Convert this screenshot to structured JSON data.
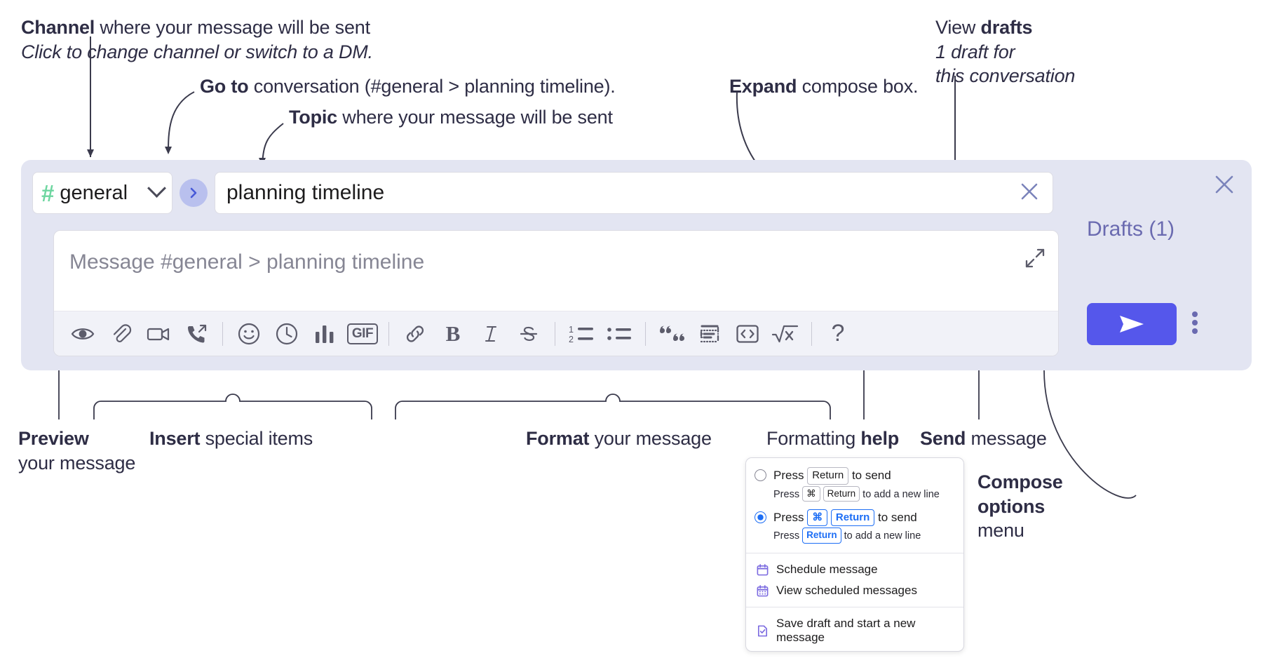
{
  "annotations": {
    "channel": {
      "bold": "Channel",
      "rest": " where your message will be sent",
      "italic": "Click to change channel or switch to a DM."
    },
    "goto": {
      "bold": "Go to",
      "rest": " conversation (#general > planning timeline)."
    },
    "topic": {
      "bold": "Topic",
      "rest": " where your message will be sent"
    },
    "expand": {
      "bold": "Expand",
      "rest": " compose box."
    },
    "drafts": {
      "line1_plain": "View ",
      "line1_bold": "drafts",
      "line2": "1 draft for",
      "line3": "this conversation"
    },
    "preview": {
      "bold": "Preview",
      "rest": "your message"
    },
    "insert": {
      "bold": "Insert",
      "rest": " special items"
    },
    "format": {
      "bold": "Format",
      "rest": " your message"
    },
    "help": {
      "plain": "Formatting ",
      "bold": "help"
    },
    "send": {
      "bold": "Send",
      "rest": " message"
    },
    "compose_options": {
      "line1": "Compose",
      "line2": "options",
      "line3": "menu"
    }
  },
  "compose": {
    "channel": {
      "hash": "#",
      "name": "general",
      "icon": "hash-icon",
      "chevron": "chevron-down-icon"
    },
    "goto_button_icon": "chevron-right-icon",
    "topic": {
      "value": "planning timeline",
      "clear_icon": "close-icon"
    },
    "message": {
      "placeholder": "Message #general > planning timeline",
      "value": "",
      "expand_icon": "expand-icon"
    },
    "toolbar": [
      {
        "name": "preview-button",
        "icon": "eye-icon"
      },
      {
        "name": "attach-button",
        "icon": "paperclip-icon"
      },
      {
        "name": "video-clip-button",
        "icon": "video-camera-icon"
      },
      {
        "name": "audio-clip-button",
        "icon": "phone-arrow-icon"
      },
      {
        "name": "divider-1",
        "icon": "divider"
      },
      {
        "name": "emoji-button",
        "icon": "smiley-icon"
      },
      {
        "name": "recent-button",
        "icon": "clock-icon"
      },
      {
        "name": "poll-button",
        "icon": "bar-chart-icon"
      },
      {
        "name": "gif-button",
        "icon": "gif-icon",
        "label": "GIF"
      },
      {
        "name": "divider-2",
        "icon": "divider"
      },
      {
        "name": "link-button",
        "icon": "link-icon"
      },
      {
        "name": "bold-button",
        "icon": "bold-icon",
        "label": "B"
      },
      {
        "name": "italic-button",
        "icon": "italic-icon",
        "label": "I"
      },
      {
        "name": "strikethrough-button",
        "icon": "strikethrough-icon",
        "label": "S"
      },
      {
        "name": "divider-3",
        "icon": "divider"
      },
      {
        "name": "ordered-list-button",
        "icon": "ordered-list-icon"
      },
      {
        "name": "bulleted-list-button",
        "icon": "bulleted-list-icon"
      },
      {
        "name": "divider-4",
        "icon": "divider"
      },
      {
        "name": "blockquote-button",
        "icon": "quote-icon"
      },
      {
        "name": "code-block-button",
        "icon": "code-block-icon"
      },
      {
        "name": "inline-code-button",
        "icon": "code-brackets-icon"
      },
      {
        "name": "latex-button",
        "icon": "sqrt-x-icon"
      },
      {
        "name": "divider-5",
        "icon": "divider"
      },
      {
        "name": "formatting-help-button",
        "icon": "question-mark-icon",
        "label": "?"
      }
    ],
    "rail": {
      "close_icon": "close-icon",
      "drafts_label": "Drafts (1)",
      "send_icon": "paper-plane-icon",
      "kebab_icon": "more-options-icon"
    },
    "colors": {
      "panel_bg": "#e3e5f2",
      "send_button": "#5557eb",
      "drafts_text": "#6a6ab0",
      "hash_green": "#6ed6a0",
      "goto_circle": "#b9c0ee"
    }
  },
  "menu": {
    "options": [
      {
        "selected": false,
        "title_pre": "Press ",
        "title_key": "Return",
        "title_post": " to send",
        "sub_pre": "Press ",
        "sub_key1": "⌘",
        "sub_key2": "Return",
        "sub_post": " to add a new line",
        "title_key_highlight": false,
        "sub_key_highlight": false
      },
      {
        "selected": true,
        "title_pre": "Press ",
        "title_key1": "⌘",
        "title_key2": "Return",
        "title_post": " to send",
        "sub_pre": "Press ",
        "sub_key": "Return",
        "sub_post": " to add a new line",
        "title_key_highlight": true,
        "sub_key_highlight": true
      }
    ],
    "items": [
      {
        "label": "Schedule message",
        "icon": "calendar-icon"
      },
      {
        "label": "View scheduled messages",
        "icon": "calendar-grid-icon"
      },
      {
        "label": "Save draft and start a new message",
        "icon": "document-check-icon"
      }
    ]
  }
}
